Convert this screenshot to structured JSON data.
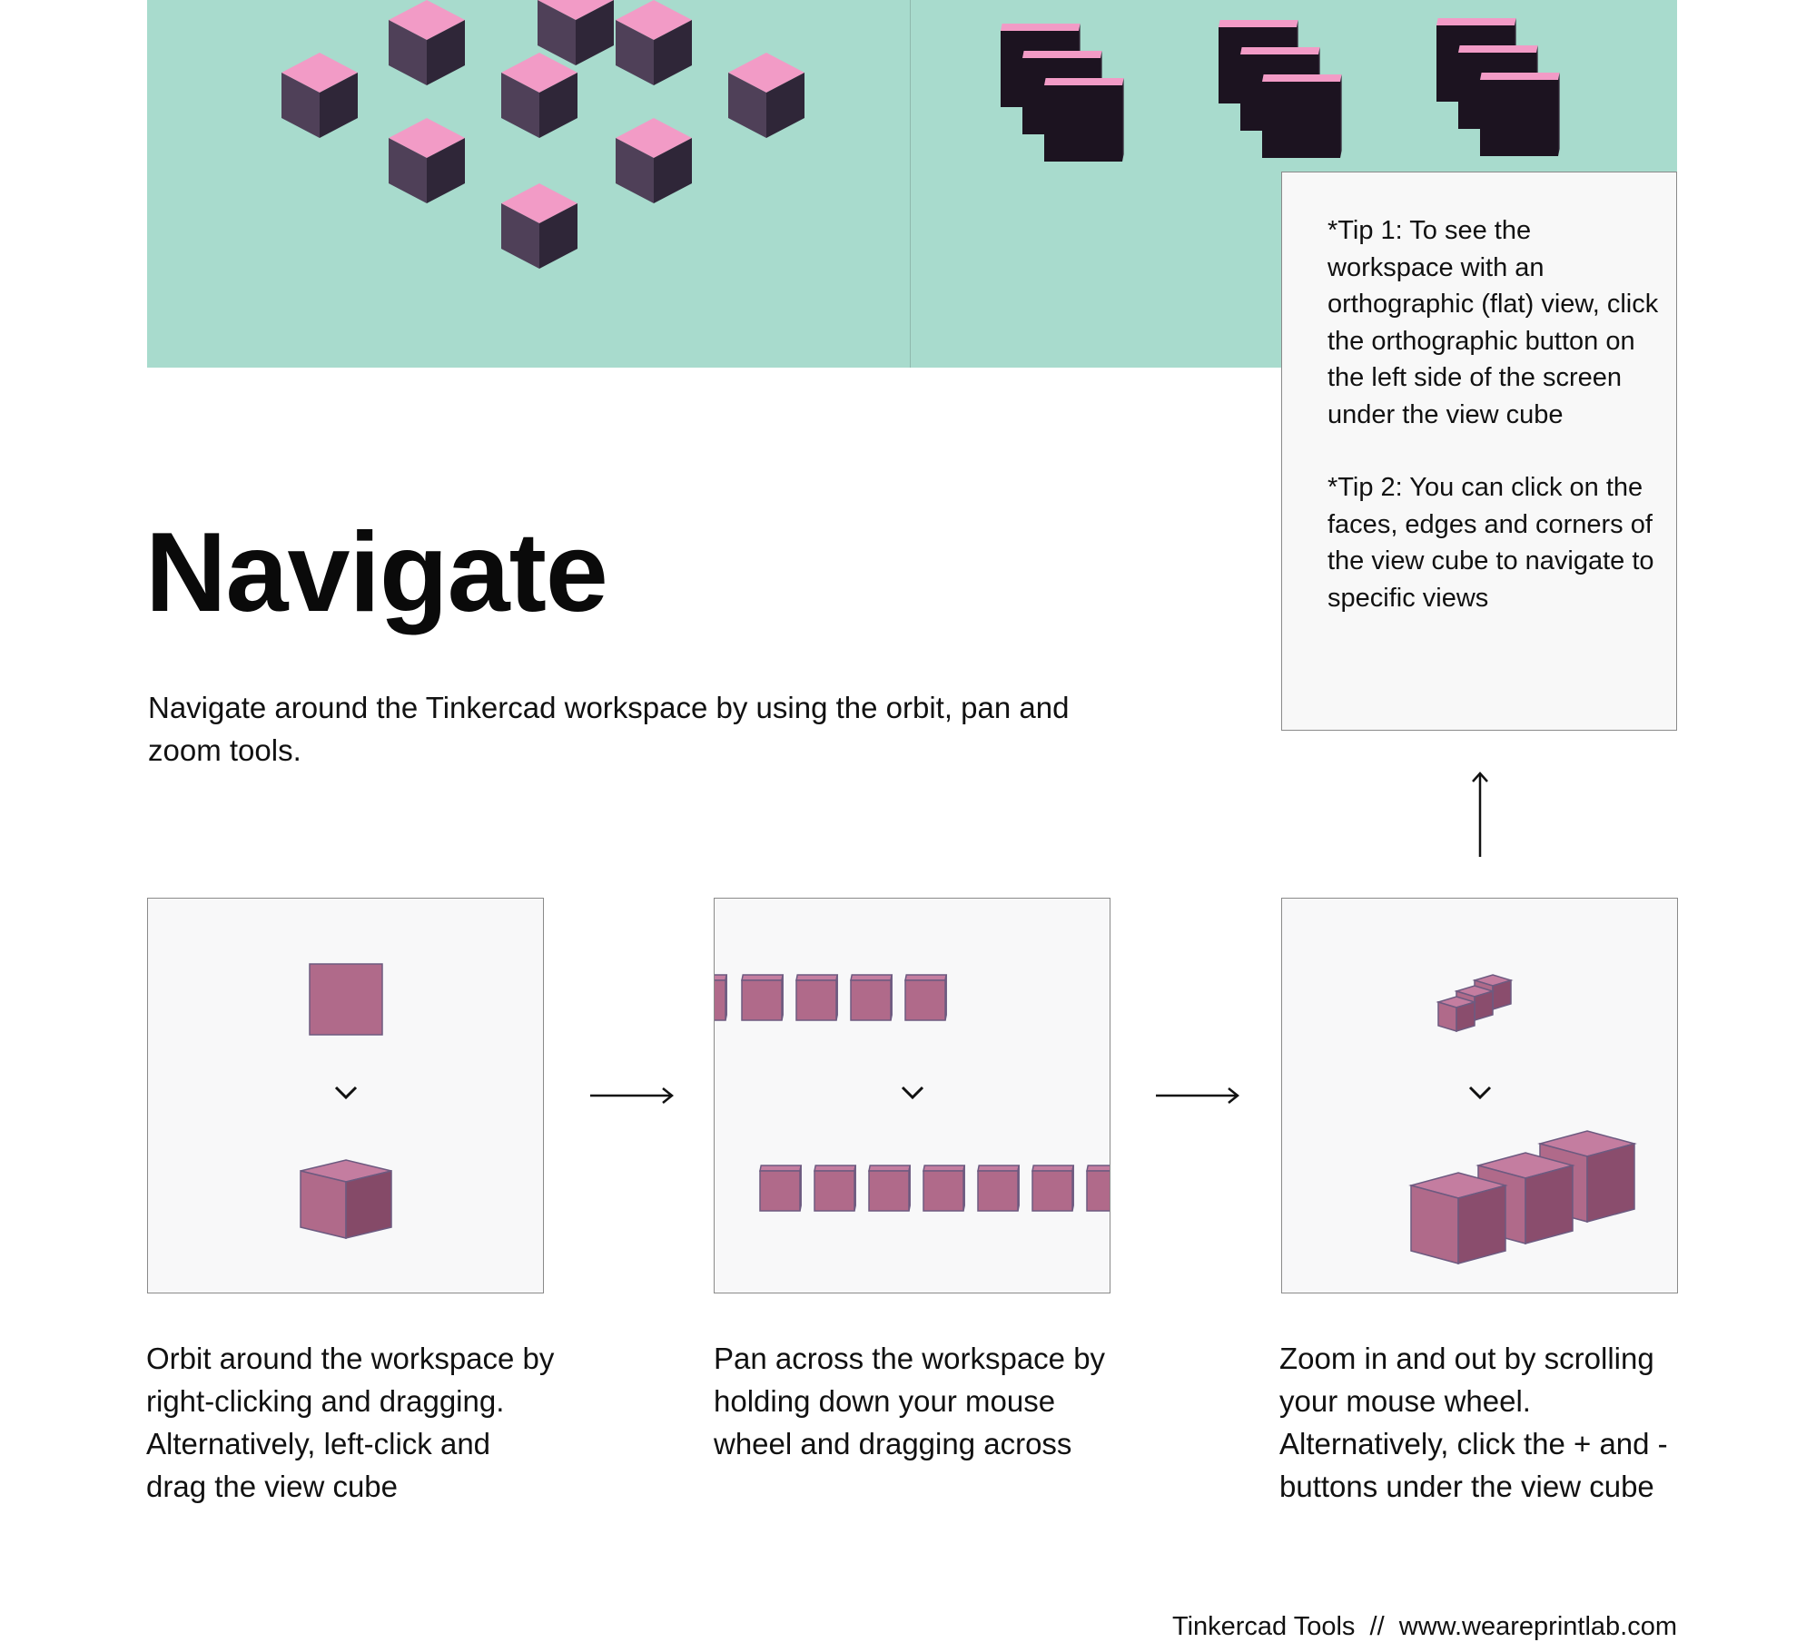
{
  "title": "Navigate",
  "intro": "Navigate around the Tinkercad workspace by using the orbit, pan and zoom tools.",
  "tips": [
    "*Tip 1: To see the workspace with an orthographic (flat) view, click the orthographic button on the left side of the screen under the view cube",
    "*Tip 2: You can click on the faces, edges and corners of the view cube to navigate to specific views"
  ],
  "steps": [
    {
      "caption": "Orbit around the workspace by right-clicking and dragging. Alternatively, left-click and drag the view cube"
    },
    {
      "caption": "Pan across the workspace by holding down your mouse wheel and dragging across"
    },
    {
      "caption": "Zoom in and out by scrolling your mouse wheel. Alternatively, click the + and - buttons under the view cube"
    }
  ],
  "footer": "Tinkercad Tools  //  www.weareprintlab.com",
  "colors": {
    "hero_bg": "#a8dbcd",
    "cube_top": "#f29bc6",
    "cube_dark": "#3d3247",
    "cube_face": "#b06a8a",
    "panel_bg": "#f8f8f9"
  },
  "icons": [
    "chevron-down-icon",
    "arrow-right-icon",
    "arrow-up-icon"
  ]
}
